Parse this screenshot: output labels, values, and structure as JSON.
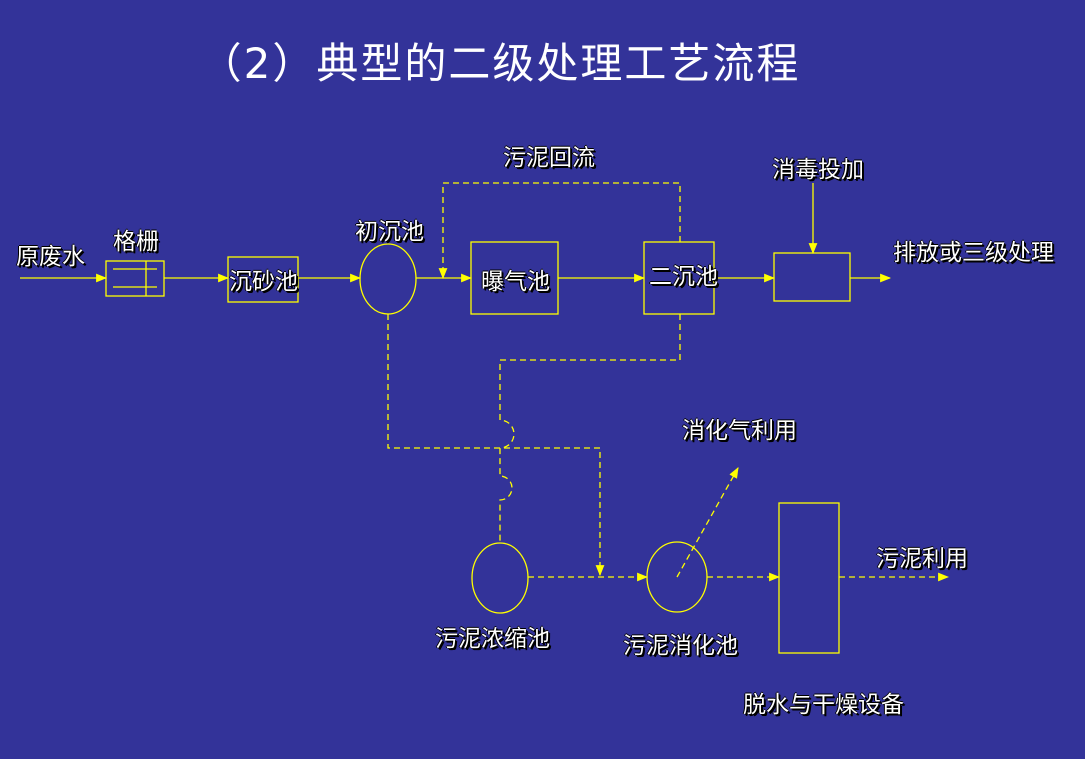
{
  "title": "（2）典型的二级处理工艺流程",
  "labels": {
    "raw_water": "原废水",
    "screen": "格栅",
    "grit": "沉砂池",
    "primary": "初沉池",
    "aeration": "曝气池",
    "secondary": "二沉池",
    "return_sludge": "污泥回流",
    "disinfect": "消毒投加",
    "discharge": "排放或三级处理",
    "biogas": "消化气利用",
    "thickener": "污泥浓缩池",
    "digester": "污泥消化池",
    "sludge_use": "污泥利用",
    "dewater": "脱水与干燥设备"
  },
  "colors": {
    "background": "#333399",
    "line": "#ffff00",
    "text": "#ffffff"
  }
}
